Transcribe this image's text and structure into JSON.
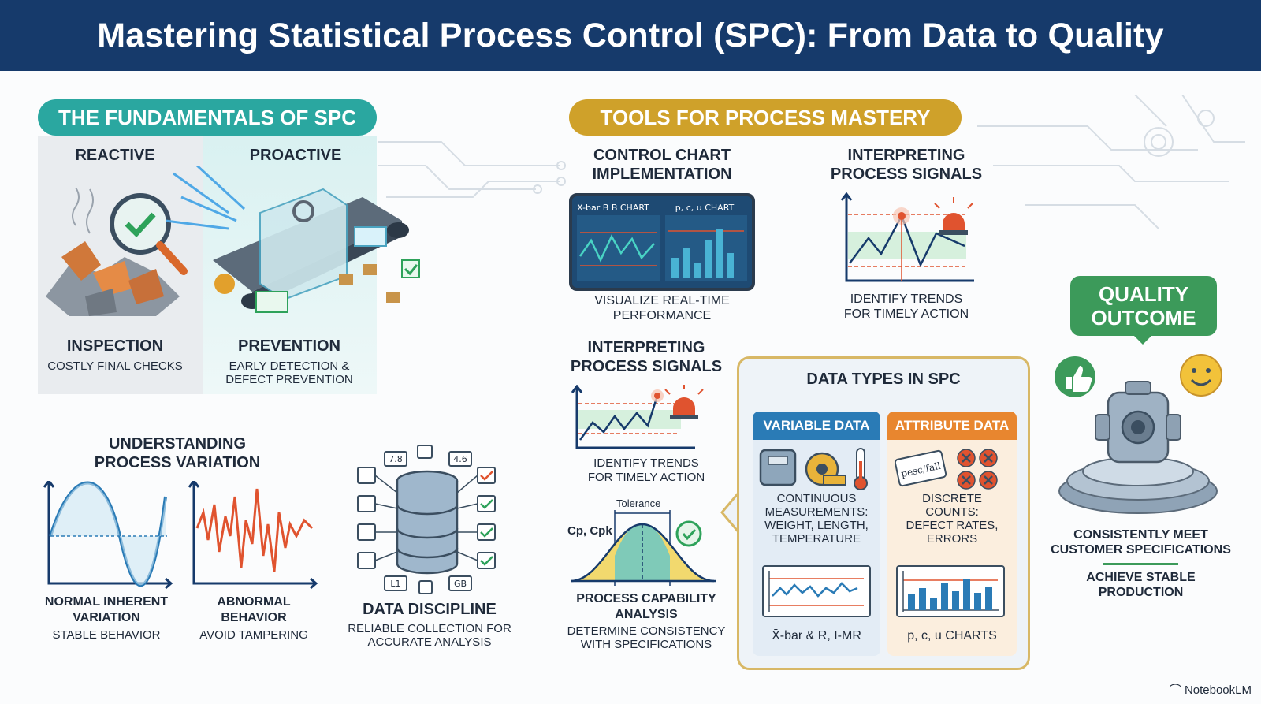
{
  "title": "Mastering Statistical Process Control (SPC): From Data to Quality",
  "fundamentals": {
    "heading": "THE FUNDAMENTALS OF SPC",
    "reactive": {
      "label": "REACTIVE",
      "title": "INSPECTION",
      "desc": "COSTLY FINAL CHECKS"
    },
    "proactive": {
      "label": "PROACTIVE",
      "title": "PREVENTION",
      "desc_1": "EARLY DETECTION &",
      "desc_2": "DEFECT PREVENTION"
    }
  },
  "variation": {
    "title_1": "UNDERSTANDING",
    "title_2": "PROCESS VARIATION",
    "normal": {
      "title_1": "NORMAL INHERENT",
      "title_2": "VARIATION",
      "desc": "STABLE BEHAVIOR"
    },
    "abnormal": {
      "title_1": "ABNORMAL",
      "title_2": "BEHAVIOR",
      "desc": "AVOID TAMPERING"
    }
  },
  "discipline": {
    "title": "DATA DISCIPLINE",
    "desc_1": "RELIABLE COLLECTION FOR",
    "desc_2": "ACCURATE ANALYSIS",
    "tags": [
      "7.8",
      "4.6",
      "L1",
      "GB"
    ]
  },
  "tools": {
    "heading": "TOOLS FOR PROCESS MASTERY",
    "control_chart": {
      "title_1": "CONTROL CHART",
      "title_2": "IMPLEMENTATION",
      "chart_a": "X-bar B B CHART",
      "chart_b": "p, c, u CHART",
      "desc_1": "VISUALIZE REAL-TIME",
      "desc_2": "PERFORMANCE"
    },
    "signals_top": {
      "title_1": "INTERPRETING",
      "title_2": "PROCESS SIGNALS",
      "desc_1": "IDENTIFY TRENDS",
      "desc_2": "FOR TIMELY ACTION"
    },
    "signals_mid": {
      "title_1": "INTERPRETING",
      "title_2": "PROCESS SIGNALS",
      "desc_1": "IDENTIFY TRENDS",
      "desc_2": "FOR TIMELY ACTION"
    },
    "capability": {
      "tolerance": "Tolerance",
      "cp": "Cp, Cpk",
      "title_1": "PROCESS CAPABILITY",
      "title_2": "ANALYSIS",
      "desc_1": "DETERMINE CONSISTENCY",
      "desc_2": "WITH SPECIFICATIONS"
    }
  },
  "data_types": {
    "title": "DATA TYPES IN SPC",
    "variable": {
      "head": "VARIABLE DATA",
      "desc_1": "CONTINUOUS",
      "desc_2": "MEASUREMENTS:",
      "desc_3": "WEIGHT, LENGTH,",
      "desc_4": "TEMPERATURE",
      "chart": "X̄-bar & R, I-MR"
    },
    "attribute": {
      "head": "ATTRIBUTE DATA",
      "stamp": "pesc/fall",
      "desc_1": "DISCRETE",
      "desc_2": "COUNTS:",
      "desc_3": "DEFECT RATES,",
      "desc_4": "ERRORS",
      "chart": "p, c, u CHARTS"
    }
  },
  "quality": {
    "badge_1": "QUALITY",
    "badge_2": "OUTCOME",
    "desc_1": "CONSISTENTLY MEET",
    "desc_2": "CUSTOMER SPECIFICATIONS",
    "desc_3": "ACHIEVE STABLE",
    "desc_4": "PRODUCTION"
  },
  "branding": "NotebookLM",
  "colors": {
    "navy": "#163a6b",
    "teal": "#2aa7a0",
    "gold": "#cfa12a",
    "blue": "#2a7bb6",
    "orange": "#e8862f",
    "green": "#3c9a5a",
    "red": "#e0532f"
  }
}
